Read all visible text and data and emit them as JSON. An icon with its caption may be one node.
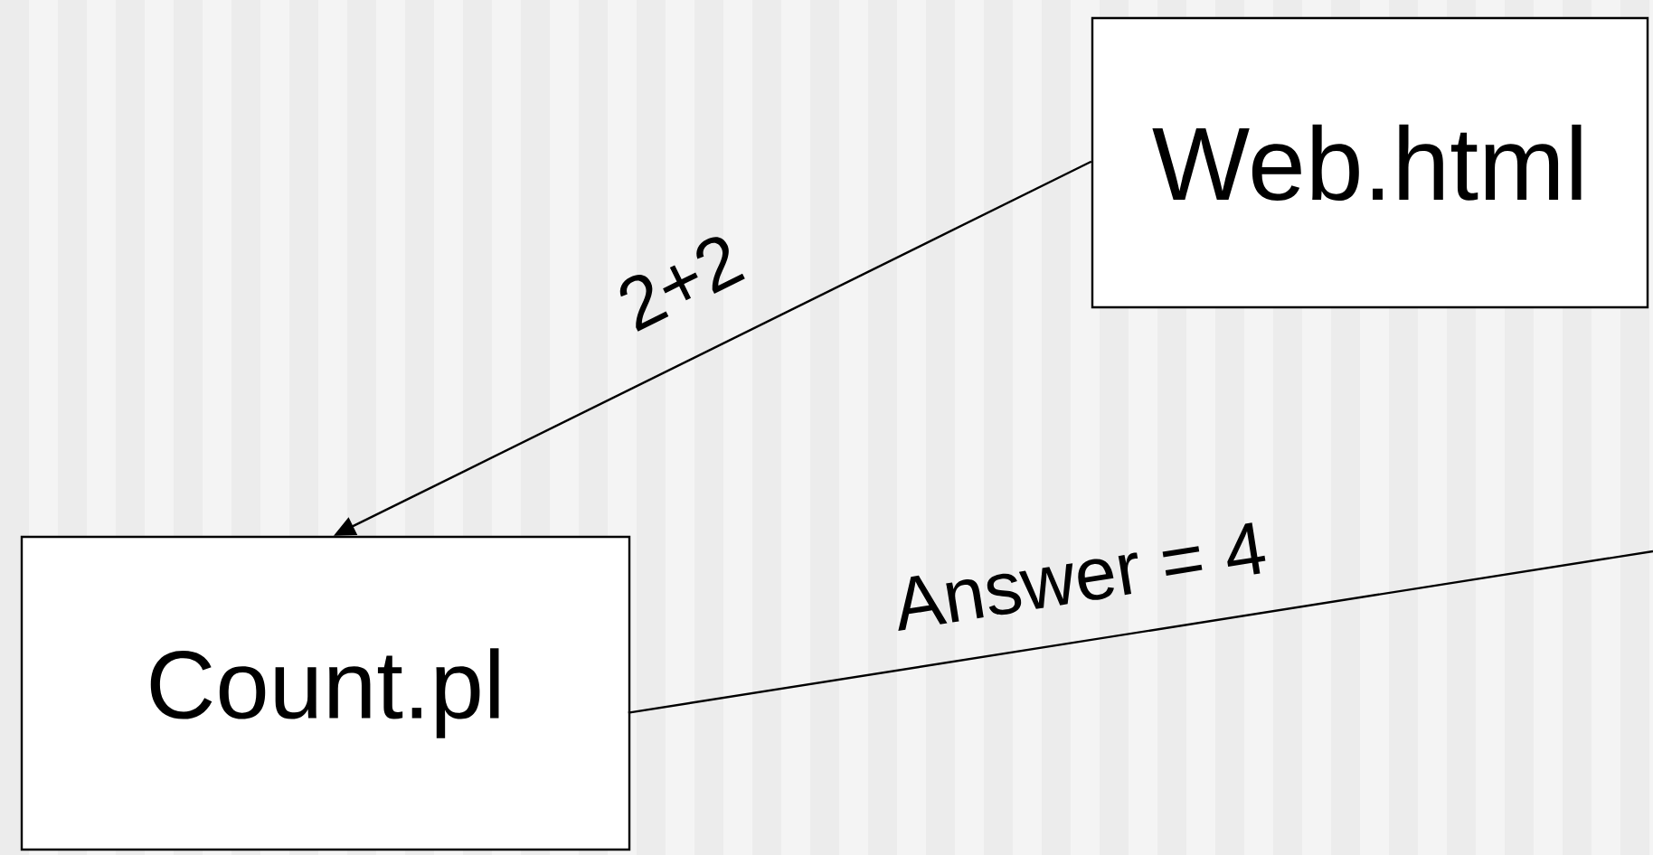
{
  "diagram": {
    "nodes": [
      {
        "text": [
          "Web.html"
        ]
      },
      {
        "text": [
          "Count.pl"
        ]
      }
    ],
    "edges": [
      {
        "from": 0,
        "to": 1,
        "arrow": "to",
        "label": "2+2"
      },
      {
        "from": 1,
        "to": null,
        "arrow": "none",
        "label": "Answer = 4"
      }
    ]
  }
}
